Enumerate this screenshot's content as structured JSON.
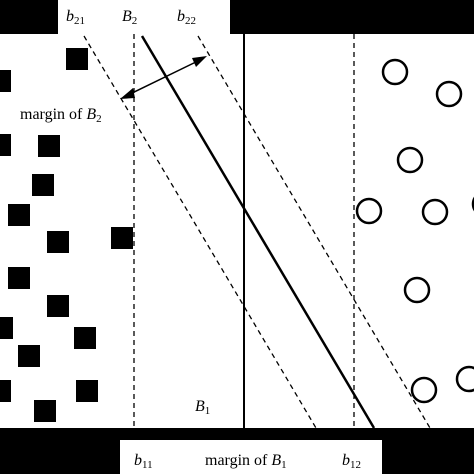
{
  "labels": {
    "b21": {
      "letter": "b",
      "sub": "21"
    },
    "B2": {
      "letter": "B",
      "sub": "2"
    },
    "b22": {
      "letter": "b",
      "sub": "22"
    },
    "margin_b2": {
      "prefix": "margin of ",
      "letter": "B",
      "sub": "2"
    },
    "B1": {
      "letter": "B",
      "sub": "1"
    },
    "b11": {
      "letter": "b",
      "sub": "11"
    },
    "margin_b1": {
      "prefix": "margin of ",
      "letter": "B",
      "sub": "1"
    },
    "b12": {
      "letter": "b",
      "sub": "12"
    }
  },
  "colors": {
    "ink": "#000000",
    "paper": "#ffffff"
  },
  "class_markers": {
    "square": "filled-square",
    "circle": "hollow-circle"
  }
}
